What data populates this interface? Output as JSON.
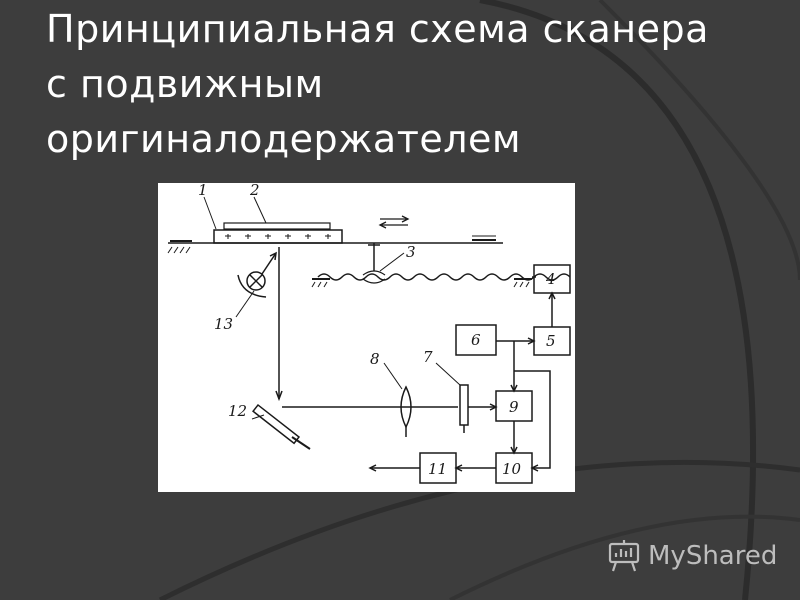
{
  "slide": {
    "title_lines": [
      "Принципиальная схема сканера",
      "с подвижным",
      "оригиналодержателем"
    ]
  },
  "diagram": {
    "labels": {
      "n1": "1",
      "n2": "2",
      "n3": "3",
      "n4": "4",
      "n5": "5",
      "n6": "6",
      "n7": "7",
      "n8": "8",
      "n9": "9",
      "n10": "10",
      "n11": "11",
      "n12": "12",
      "n13": "13"
    }
  },
  "watermark": {
    "text": "MyShared",
    "icon": "presentation-board-icon"
  },
  "colors": {
    "background": "#3d3d3d",
    "arc": "#2e2e2e",
    "figure_bg": "#ffffff",
    "ink": "#1a1a1a"
  }
}
